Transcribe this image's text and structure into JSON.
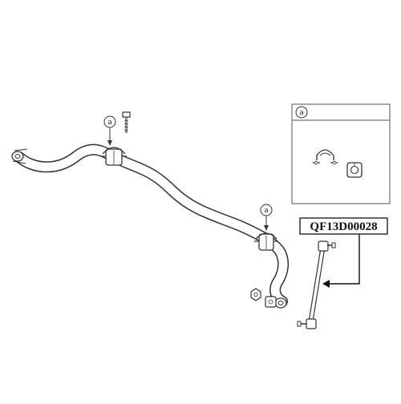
{
  "part_number": "QF13D00028",
  "callouts": {
    "left_bushing": "a",
    "right_bushing": "a",
    "detail_inset": "a"
  },
  "colors": {
    "line": "#333333",
    "background": "#ffffff",
    "part_number_box": "#111111"
  },
  "icons": {
    "stabilizer_bar": "sway-bar-drawing",
    "bushing": "bushing-drawing",
    "bracket": "bracket-drawing",
    "bolt": "bolt-drawing",
    "link": "stabilizer-link-drawing",
    "arrow": "pointer-arrow"
  }
}
